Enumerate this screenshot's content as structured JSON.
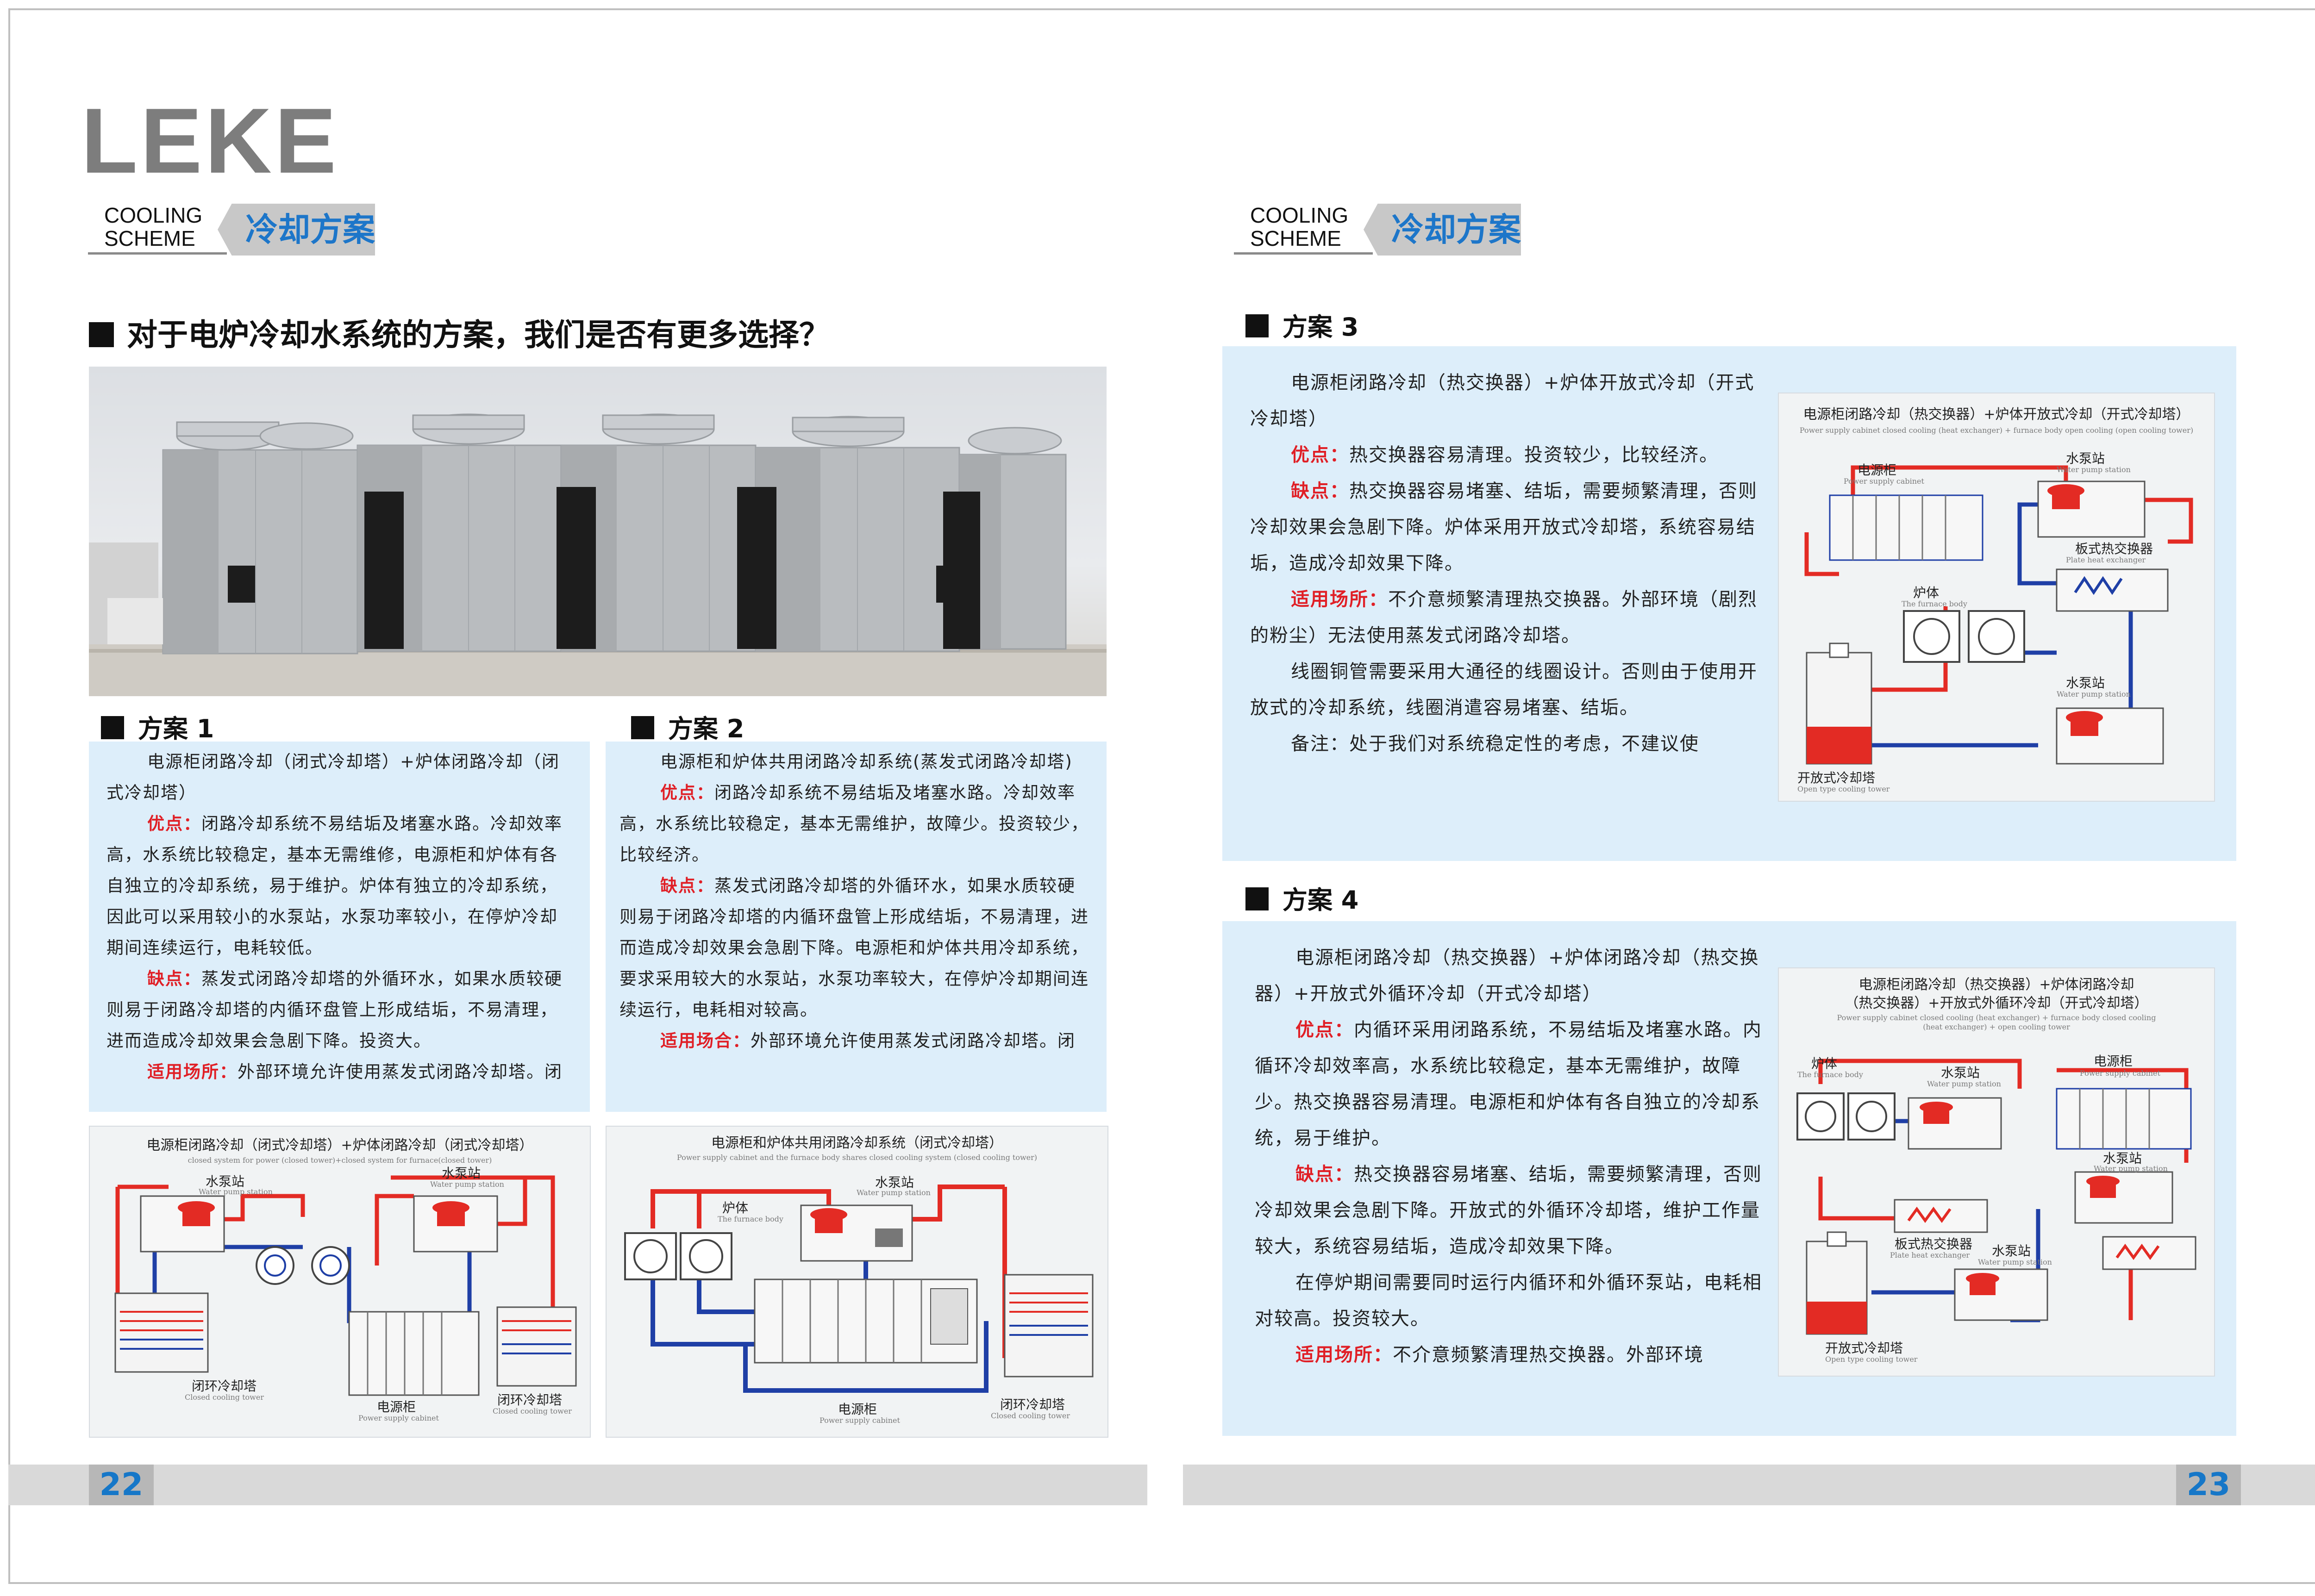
{
  "brand": {
    "logo": "LEKE"
  },
  "section_tag": {
    "en_line1": "COOLING",
    "en_line2": "SCHEME",
    "cn": "冷却方案"
  },
  "left_page": {
    "heading": "对于电炉冷却水系统的方案，我们是否有更多选择？",
    "page_number": "22",
    "plan1": {
      "title": "方案 1",
      "paragraphs": [
        {
          "label": "",
          "text": "电源柜闭路冷却（闭式冷却塔）+炉体闭路冷却（闭式冷却塔）"
        },
        {
          "label": "优点：",
          "text": "闭路冷却系统不易结垢及堵塞水路。冷却效率高，水系统比较稳定，基本无需维修，电源柜和炉体有各自独立的冷却系统，易于维护。炉体有独立的冷却系统，因此可以采用较小的水泵站，水泵功率较小，在停炉冷却期间连续运行，电耗较低。"
        },
        {
          "label": "缺点：",
          "text": "蒸发式闭路冷却塔的外循环水，如果水质较硬则易于闭路冷却塔的内循环盘管上形成结垢，不易清理，进而造成冷却效果会急剧下降。投资大。"
        },
        {
          "label": "适用场所：",
          "text": "外部环境允许使用蒸发式闭路冷却塔。闭"
        }
      ],
      "diagram": {
        "title": "电源柜闭路冷却（闭式冷却塔）+炉体闭路冷却（闭式冷却塔）",
        "subtitle": "closed system for power (closed tower)+closed system for furnace(closed tower)",
        "labels": {
          "pump1": "水泵站",
          "pump1_en": "Water pump station",
          "pump2": "水泵站",
          "pump2_en": "Water pump station",
          "tower1": "闭环冷却塔",
          "tower1_en": "Closed cooling tower",
          "cabinet": "电源柜",
          "cabinet_en": "Power supply cabinet",
          "tower2": "闭环冷却塔",
          "tower2_en": "Closed cooling tower"
        }
      }
    },
    "plan2": {
      "title": "方案 2",
      "paragraphs": [
        {
          "label": "",
          "text": "电源柜和炉体共用闭路冷却系统(蒸发式闭路冷却塔)"
        },
        {
          "label": "优点：",
          "text": "闭路冷却系统不易结垢及堵塞水路。冷却效率高，水系统比较稳定，基本无需维护，故障少。投资较少，比较经济。"
        },
        {
          "label": "缺点：",
          "text": "蒸发式闭路冷却塔的外循环水，如果水质较硬则易于闭路冷却塔的内循环盘管上形成结垢，不易清理，进而造成冷却效果会急剧下降。电源柜和炉体共用冷却系统，要求采用较大的水泵站，水泵功率较大，在停炉冷却期间连续运行，电耗相对较高。"
        },
        {
          "label": "适用场合：",
          "text": "外部环境允许使用蒸发式闭路冷却塔。闭"
        }
      ],
      "diagram": {
        "title": "电源柜和炉体共用闭路冷却系统（闭式冷却塔）",
        "subtitle": "Power supply cabinet and the furnace body shares closed cooling system (closed cooling tower)",
        "labels": {
          "furnace": "炉体",
          "furnace_en": "The furnace body",
          "pump": "水泵站",
          "pump_en": "Water pump station",
          "cabinet": "电源柜",
          "cabinet_en": "Power supply cabinet",
          "tower": "闭环冷却塔",
          "tower_en": "Closed cooling tower"
        }
      }
    }
  },
  "right_page": {
    "page_number": "23",
    "plan3": {
      "title": "方案 3",
      "paragraphs": [
        {
          "label": "",
          "text": "电源柜闭路冷却（热交换器）+炉体开放式冷却（开式冷却塔）"
        },
        {
          "label": "优点：",
          "text": "热交换器容易清理。投资较少，比较经济。"
        },
        {
          "label": "缺点：",
          "text": "热交换器容易堵塞、结垢，需要频繁清理，否则冷却效果会急剧下降。炉体采用开放式冷却塔，系统容易结垢，造成冷却效果下降。"
        },
        {
          "label": "适用场所：",
          "text": "不介意频繁清理热交换器。外部环境（剧烈的粉尘）无法使用蒸发式闭路冷却塔。"
        },
        {
          "label": "",
          "text": "线圈铜管需要采用大通径的线圈设计。否则由于使用开放式的冷却系统，线圈消遣容易堵塞、结垢。"
        },
        {
          "label": "",
          "text": "备注：处于我们对系统稳定性的考虑，不建议使"
        }
      ],
      "diagram": {
        "title": "电源柜闭路冷却（热交换器）+炉体开放式冷却（开式冷却塔）",
        "subtitle": "Power supply cabinet closed cooling (heat exchanger) + furnace body open cooling (open cooling tower)",
        "labels": {
          "cabinet": "电源柜",
          "cabinet_en": "Power supply cabinet",
          "pump1": "水泵站",
          "pump1_en": "Water pump station",
          "plate": "板式热交换器",
          "plate_en": "Plate heat exchanger",
          "furnace": "炉体",
          "furnace_en": "The furnace body",
          "pump2": "水泵站",
          "pump2_en": "Water pump station",
          "tower": "开放式冷却塔",
          "tower_en": "Open type cooling tower"
        }
      }
    },
    "plan4": {
      "title": "方案 4",
      "paragraphs": [
        {
          "label": "",
          "text": "电源柜闭路冷却（热交换器）+炉体闭路冷却（热交换器）+开放式外循环冷却（开式冷却塔）"
        },
        {
          "label": "优点：",
          "text": "内循环采用闭路系统，不易结垢及堵塞水路。内循环冷却效率高，水系统比较稳定，基本无需维护，故障少。热交换器容易清理。电源柜和炉体有各自独立的冷却系统，易于维护。"
        },
        {
          "label": "缺点：",
          "text": "热交换器容易堵塞、结垢，需要频繁清理，否则冷却效果会急剧下降。开放式的外循环冷却塔，维护工作量较大，系统容易结垢，造成冷却效果下降。"
        },
        {
          "label": "",
          "text": "在停炉期间需要同时运行内循环和外循环泵站，电耗相对较高。投资较大。"
        },
        {
          "label": "适用场所：",
          "text": "不介意频繁清理热交换器。外部环境"
        }
      ],
      "diagram": {
        "title": "电源柜闭路冷却（热交换器）+炉体闭路冷却",
        "title2": "（热交换器）+开放式外循环冷却（开式冷却塔）",
        "subtitle": "Power supply cabinet closed cooling (heat exchanger) + furnace body closed cooling",
        "subtitle2": "(heat exchanger) + open cooling tower",
        "labels": {
          "furnace": "炉体",
          "furnace_en": "The furnace body",
          "pump1": "水泵站",
          "pump1_en": "Water pump station",
          "cabinet": "电源柜",
          "cabinet_en": "Power supply cabinet",
          "pump2": "水泵站",
          "pump2_en": "Water pump station",
          "plate": "板式热交换器",
          "plate_en": "Plate heat exchanger",
          "pump3": "水泵站",
          "pump3_en": "Water pump station",
          "tower": "开放式冷却塔",
          "tower_en": "Open type cooling tower"
        }
      }
    }
  },
  "colors": {
    "accent_blue": "#1d76c9",
    "keyword_red": "#e01f26",
    "panel_blue": "#ddeefa",
    "hot_pipe": "#e32b24",
    "cold_pipe": "#1f3fa6"
  }
}
